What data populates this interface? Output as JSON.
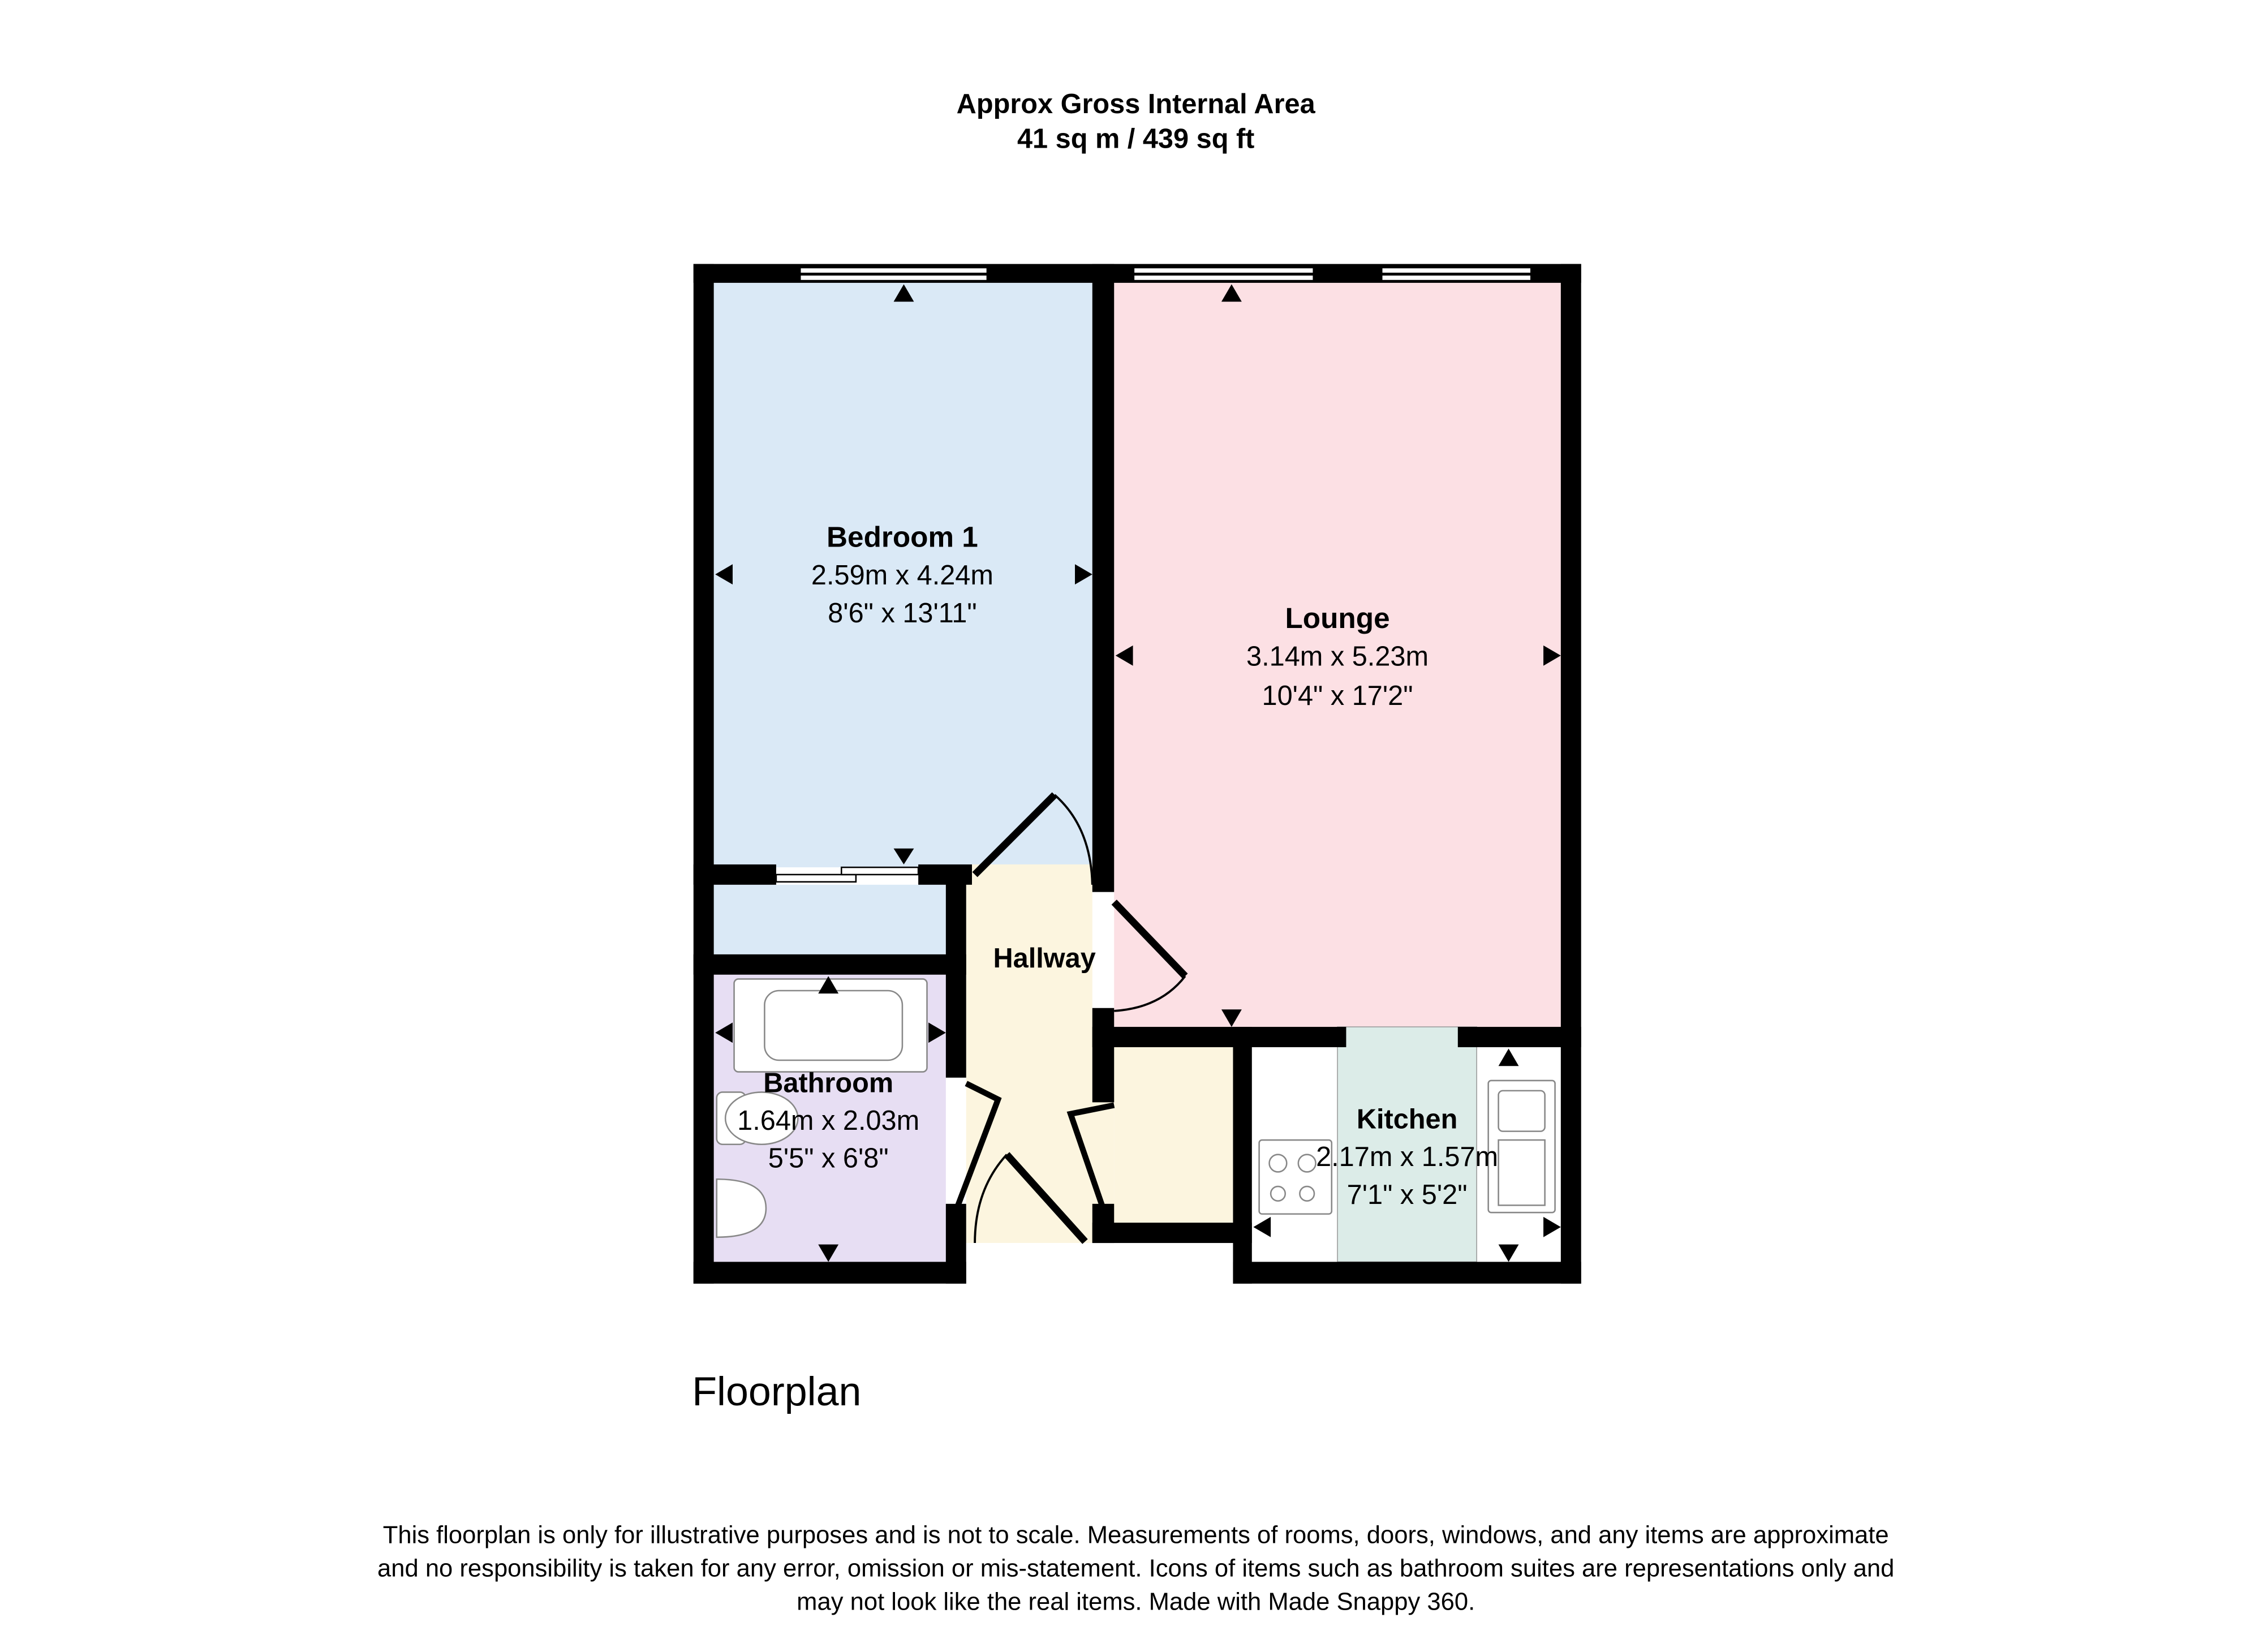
{
  "header": {
    "title": "Approx Gross Internal Area",
    "area": "41 sq m / 439 sq ft"
  },
  "rooms": {
    "bedroom": {
      "name": "Bedroom 1",
      "metric": "2.59m x 4.24m",
      "imperial": "8'6\" x 13'11\""
    },
    "lounge": {
      "name": "Lounge",
      "metric": "3.14m x 5.23m",
      "imperial": "10'4\" x 17'2\""
    },
    "hallway": {
      "name": "Hallway"
    },
    "bathroom": {
      "name": "Bathroom",
      "metric": "1.64m x 2.03m",
      "imperial": "5'5\" x 6'8\""
    },
    "kitchen": {
      "name": "Kitchen",
      "metric": "2.17m x 1.57m",
      "imperial": "7'1\" x 5'2\""
    }
  },
  "floor_label": "Floorplan",
  "disclaimer": [
    "This floorplan is only for illustrative purposes and is not to scale. Measurements of rooms, doors, windows, and any items are approximate",
    "and no responsibility is taken for any error, omission or mis-statement. Icons of items such as bathroom suites are representations only and",
    "may not look like the real items. Made with Made Snappy 360."
  ],
  "colors": {
    "bedroom": "#dae9f6",
    "lounge": "#fce0e4",
    "hallway": "#fcf5df",
    "bathroom": "#e7def3",
    "kitchen": "#dcece8",
    "wall": "#000000"
  }
}
